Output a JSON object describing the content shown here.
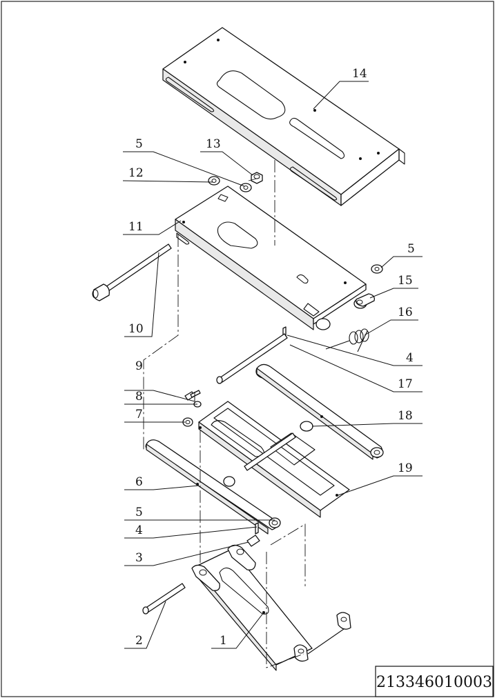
{
  "drawing": {
    "number": "213346010003",
    "callouts": {
      "c14": "14",
      "c13": "13",
      "c5_top": "5",
      "c12": "12",
      "c11": "11",
      "c5_right": "5",
      "c15": "15",
      "c16": "16",
      "c10": "10",
      "c4_right": "4",
      "c9": "9",
      "c17": "17",
      "c8": "8",
      "c7": "7",
      "c18": "18",
      "c19": "19",
      "c6": "6",
      "c5_low": "5",
      "c4_low": "4",
      "c3": "3",
      "c2": "2",
      "c1": "1"
    }
  }
}
